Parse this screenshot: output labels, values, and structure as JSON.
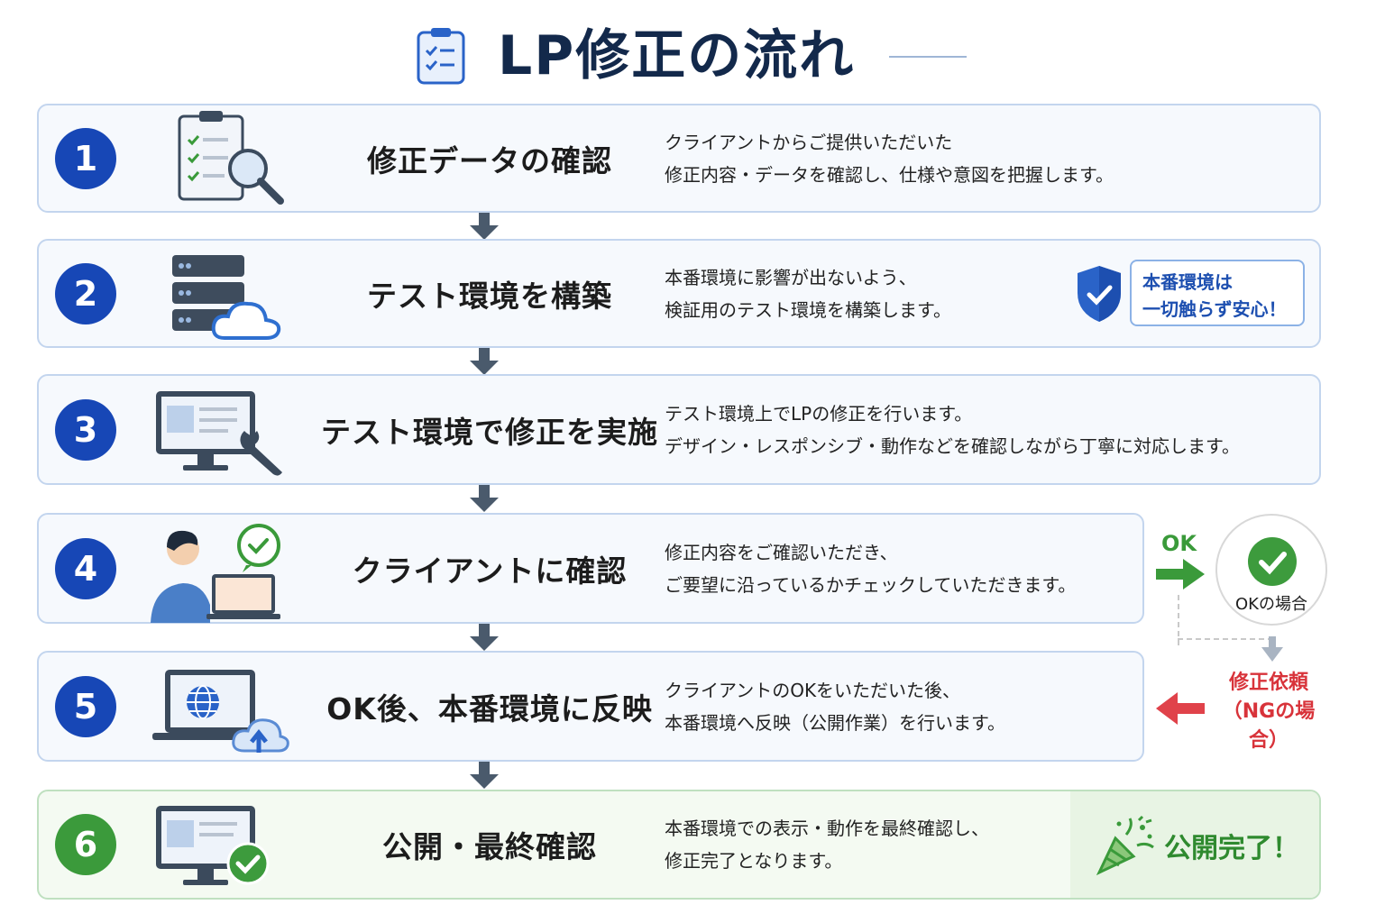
{
  "header": {
    "title": "LP修正の流れ"
  },
  "steps": [
    {
      "num": "1",
      "title": "修正データの確認",
      "desc": [
        "クライアントからご提供いただいた",
        "修正内容・データを確認し、仕様や意図を把握します。"
      ]
    },
    {
      "num": "2",
      "title": "テスト環境を構築",
      "desc": [
        "本番環境に影響が出ないよう、",
        "検証用のテスト環境を構築します。"
      ],
      "badge": [
        "本番環境は",
        "一切触らず安心！"
      ]
    },
    {
      "num": "3",
      "title": "テスト環境で修正を実施",
      "desc": [
        "テスト環境上でLPの修正を行います。",
        "デザイン・レスポンシブ・動作などを確認しながら丁寧に対応します。"
      ]
    },
    {
      "num": "4",
      "title": "クライアントに確認",
      "desc": [
        "修正内容をご確認いただき、",
        "ご要望に沿っているかチェックしていただきます。"
      ]
    },
    {
      "num": "5",
      "title": "OK後、本番環境に反映",
      "desc": [
        "クライアントのOKをいただいた後、",
        "本番環境へ反映（公開作業）を行います。"
      ]
    },
    {
      "num": "6",
      "title": "公開・最終確認",
      "desc": [
        "本番環境での表示・動作を最終確認し、",
        "修正完了となります。"
      ],
      "badge": "公開完了！"
    }
  ],
  "side_flow": {
    "ok_label": "OK",
    "ok_case": "OKの場合",
    "ng_label": [
      "修正依頼",
      "（NGの場合）"
    ]
  },
  "colors": {
    "primary": "#1747b6",
    "success": "#3b9a3b",
    "danger": "#d8333a",
    "title": "#13294b"
  }
}
